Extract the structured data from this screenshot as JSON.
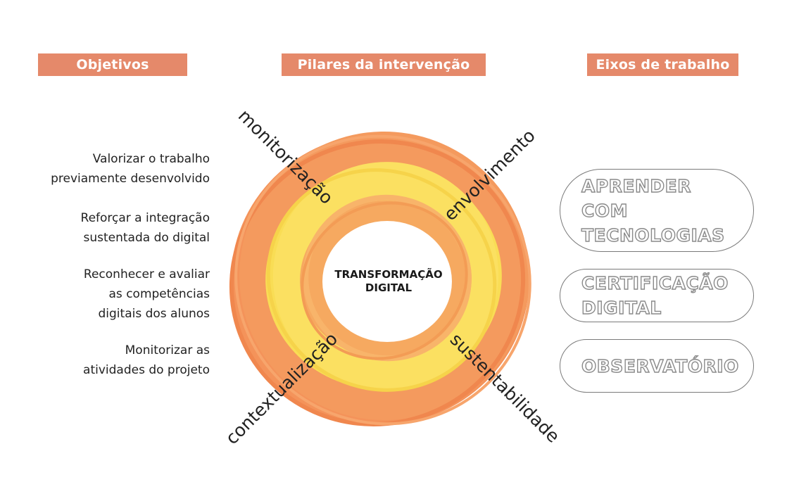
{
  "headers": {
    "objectives": "Objetivos",
    "pillars": "Pilares da intervenção",
    "axes": "Eixos de trabalho"
  },
  "objectives": [
    [
      "Valorizar o trabalho",
      "previamente desenvolvido"
    ],
    [
      "Reforçar a integração",
      "sustentada do digital"
    ],
    [
      "Reconhecer e avaliar",
      "as competências",
      "digitais dos alunos"
    ],
    [
      "Monitorizar as",
      "atividades do projeto"
    ]
  ],
  "center": {
    "line1": "TRANSFORMAÇÃO",
    "line2": "DIGITAL"
  },
  "pillars": {
    "top_left": "monitorização",
    "top_right": "envolvimento",
    "bottom_left": "contextualização",
    "bottom_right": "sustentabilidade"
  },
  "axes": [
    [
      "APRENDER",
      "COM",
      "TECNOLOGIAS"
    ],
    [
      "CERTIFICAÇÃO",
      "DIGITAL"
    ],
    [
      "OBSERVATÓRIO"
    ]
  ],
  "colors": {
    "header_bg": "#e5896a",
    "ring_outer": "#f4935a",
    "ring_middle": "#f9dd55",
    "ring_inner": "#f6a960"
  }
}
